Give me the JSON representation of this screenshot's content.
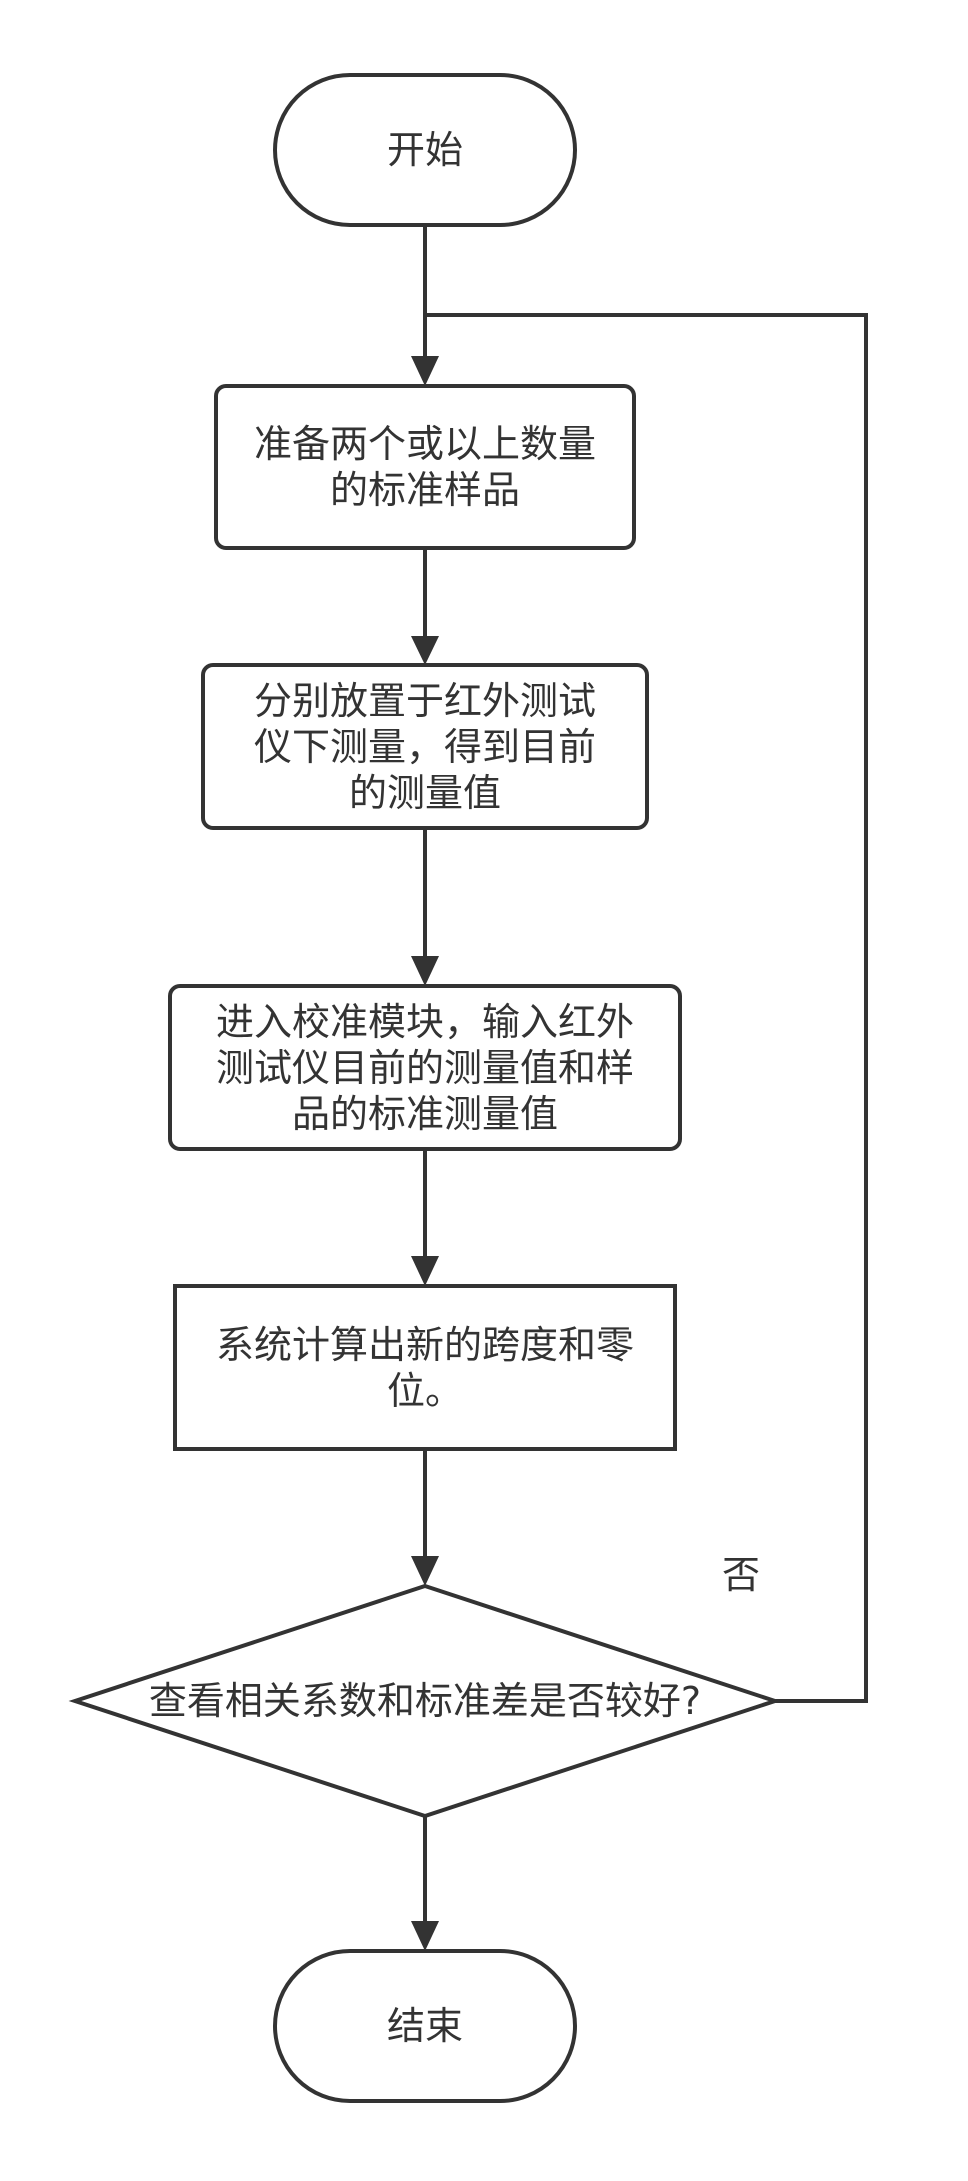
{
  "diagram": {
    "nodes": [
      {
        "id": "start",
        "shape": "terminator",
        "text": "开始"
      },
      {
        "id": "prepare",
        "shape": "rounded-rect",
        "text": "准备两个或以上数量\n的标准样品"
      },
      {
        "id": "measure",
        "shape": "rounded-rect",
        "text": "分别放置于红外测试\n仪下测量，得到目前\n的测量值"
      },
      {
        "id": "input",
        "shape": "rounded-rect",
        "text": "进入校准模块，输入红外\n测试仪目前的测量值和样\n品的标准测量值"
      },
      {
        "id": "compute",
        "shape": "rect",
        "text": "系统计算出新的跨度和零\n位。"
      },
      {
        "id": "check",
        "shape": "diamond",
        "text": "查看相关系数和标准差是否较好?"
      },
      {
        "id": "end",
        "shape": "terminator",
        "text": "结束"
      }
    ],
    "edges": [
      {
        "from": "start",
        "to": "prepare"
      },
      {
        "from": "prepare",
        "to": "measure"
      },
      {
        "from": "measure",
        "to": "input"
      },
      {
        "from": "input",
        "to": "compute"
      },
      {
        "from": "compute",
        "to": "check"
      },
      {
        "from": "check",
        "to": "prepare",
        "label": "否"
      },
      {
        "from": "check",
        "to": "end"
      }
    ],
    "colors": {
      "stroke": "#333333",
      "fill": "#ffffff",
      "text": "#333333"
    }
  }
}
